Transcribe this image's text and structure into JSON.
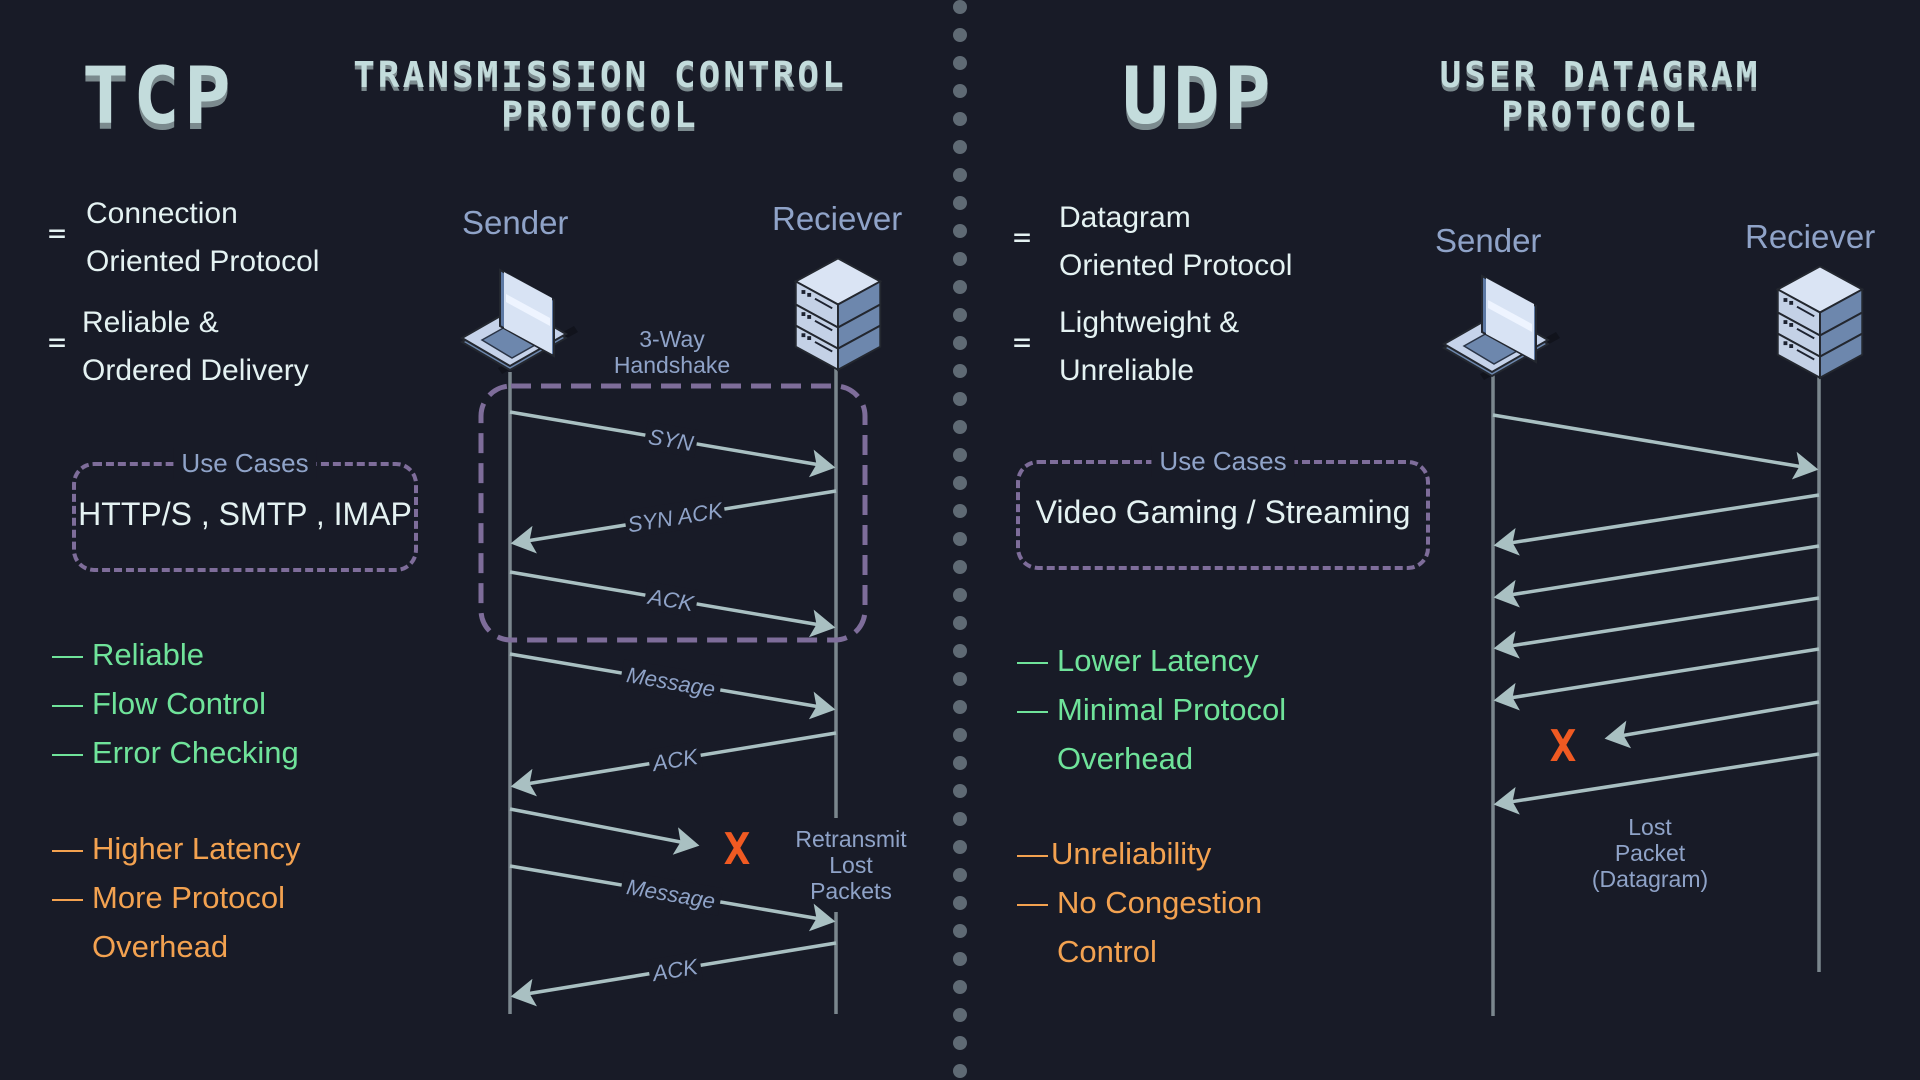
{
  "tcp": {
    "abbr": "TCP",
    "full_name_line1": "TRANSMISSION CONTROL",
    "full_name_line2": "PROTOCOL",
    "characteristics": [
      {
        "symbol": "=",
        "line1": "Connection",
        "line2": "Oriented Protocol"
      },
      {
        "symbol": "=",
        "line1": "Reliable &",
        "line2": "Ordered Delivery"
      }
    ],
    "use_cases": {
      "label": "Use Cases",
      "value": "HTTP/S , SMTP , IMAP"
    },
    "pros": [
      "Reliable",
      "Flow Control",
      "Error Checking"
    ],
    "cons": [
      {
        "text": "Higher Latency"
      },
      {
        "text": "More Protocol",
        "continuation": "Overhead"
      }
    ],
    "diagram": {
      "sender_label": "Sender",
      "receiver_label": "Reciever",
      "sender_icon": "laptop-icon",
      "receiver_icon": "server-icon",
      "handshake_label_line1": "3-Way",
      "handshake_label_line2": "Handshake",
      "messages": [
        {
          "label": "SYN",
          "direction": "to-receiver",
          "in_handshake": true
        },
        {
          "label": "SYN ACK",
          "direction": "to-sender",
          "in_handshake": true
        },
        {
          "label": "ACK",
          "direction": "to-receiver",
          "in_handshake": true
        },
        {
          "label": "Message",
          "direction": "to-receiver"
        },
        {
          "label": "ACK",
          "direction": "to-sender"
        },
        {
          "label": "",
          "direction": "to-receiver",
          "lost": true
        },
        {
          "label": "Message",
          "direction": "to-receiver"
        },
        {
          "label": "ACK",
          "direction": "to-sender"
        }
      ],
      "lost_marker": "X",
      "retransmit_note": [
        "Retransmit",
        "Lost",
        "Packets"
      ]
    }
  },
  "udp": {
    "abbr": "UDP",
    "full_name_line1": "USER DATAGRAM",
    "full_name_line2": "PROTOCOL",
    "characteristics": [
      {
        "symbol": "=",
        "line1": "Datagram",
        "line2": "Oriented Protocol"
      },
      {
        "symbol": "=",
        "line1": "Lightweight &",
        "line2": "Unreliable"
      }
    ],
    "use_cases": {
      "label": "Use Cases",
      "value": "Video Gaming / Streaming"
    },
    "pros": [
      {
        "text": "Lower Latency"
      },
      {
        "text": "Minimal Protocol",
        "continuation": "Overhead"
      }
    ],
    "cons": [
      {
        "text": "Unreliability"
      },
      {
        "text": "No Congestion",
        "continuation": "Control"
      }
    ],
    "diagram": {
      "sender_label": "Sender",
      "receiver_label": "Reciever",
      "sender_icon": "laptop-icon",
      "receiver_icon": "server-icon",
      "messages": [
        {
          "direction": "to-receiver"
        },
        {
          "direction": "to-sender"
        },
        {
          "direction": "to-sender"
        },
        {
          "direction": "to-sender"
        },
        {
          "direction": "to-sender"
        },
        {
          "direction": "to-sender",
          "lost": true
        },
        {
          "direction": "to-sender"
        }
      ],
      "lost_marker": "X",
      "lost_note": [
        "Lost",
        "Packet",
        "(Datagram)"
      ]
    }
  },
  "colors": {
    "background": "#181b27",
    "title": "#c3dcdc",
    "pro": "#6fe39a",
    "con": "#f3a250",
    "accent_label": "#8fa3c8",
    "dashed_border": "#7e6d9a",
    "arrow": "#a9c0c2",
    "lost": "#f05a22",
    "divider": "#5f6a74"
  }
}
